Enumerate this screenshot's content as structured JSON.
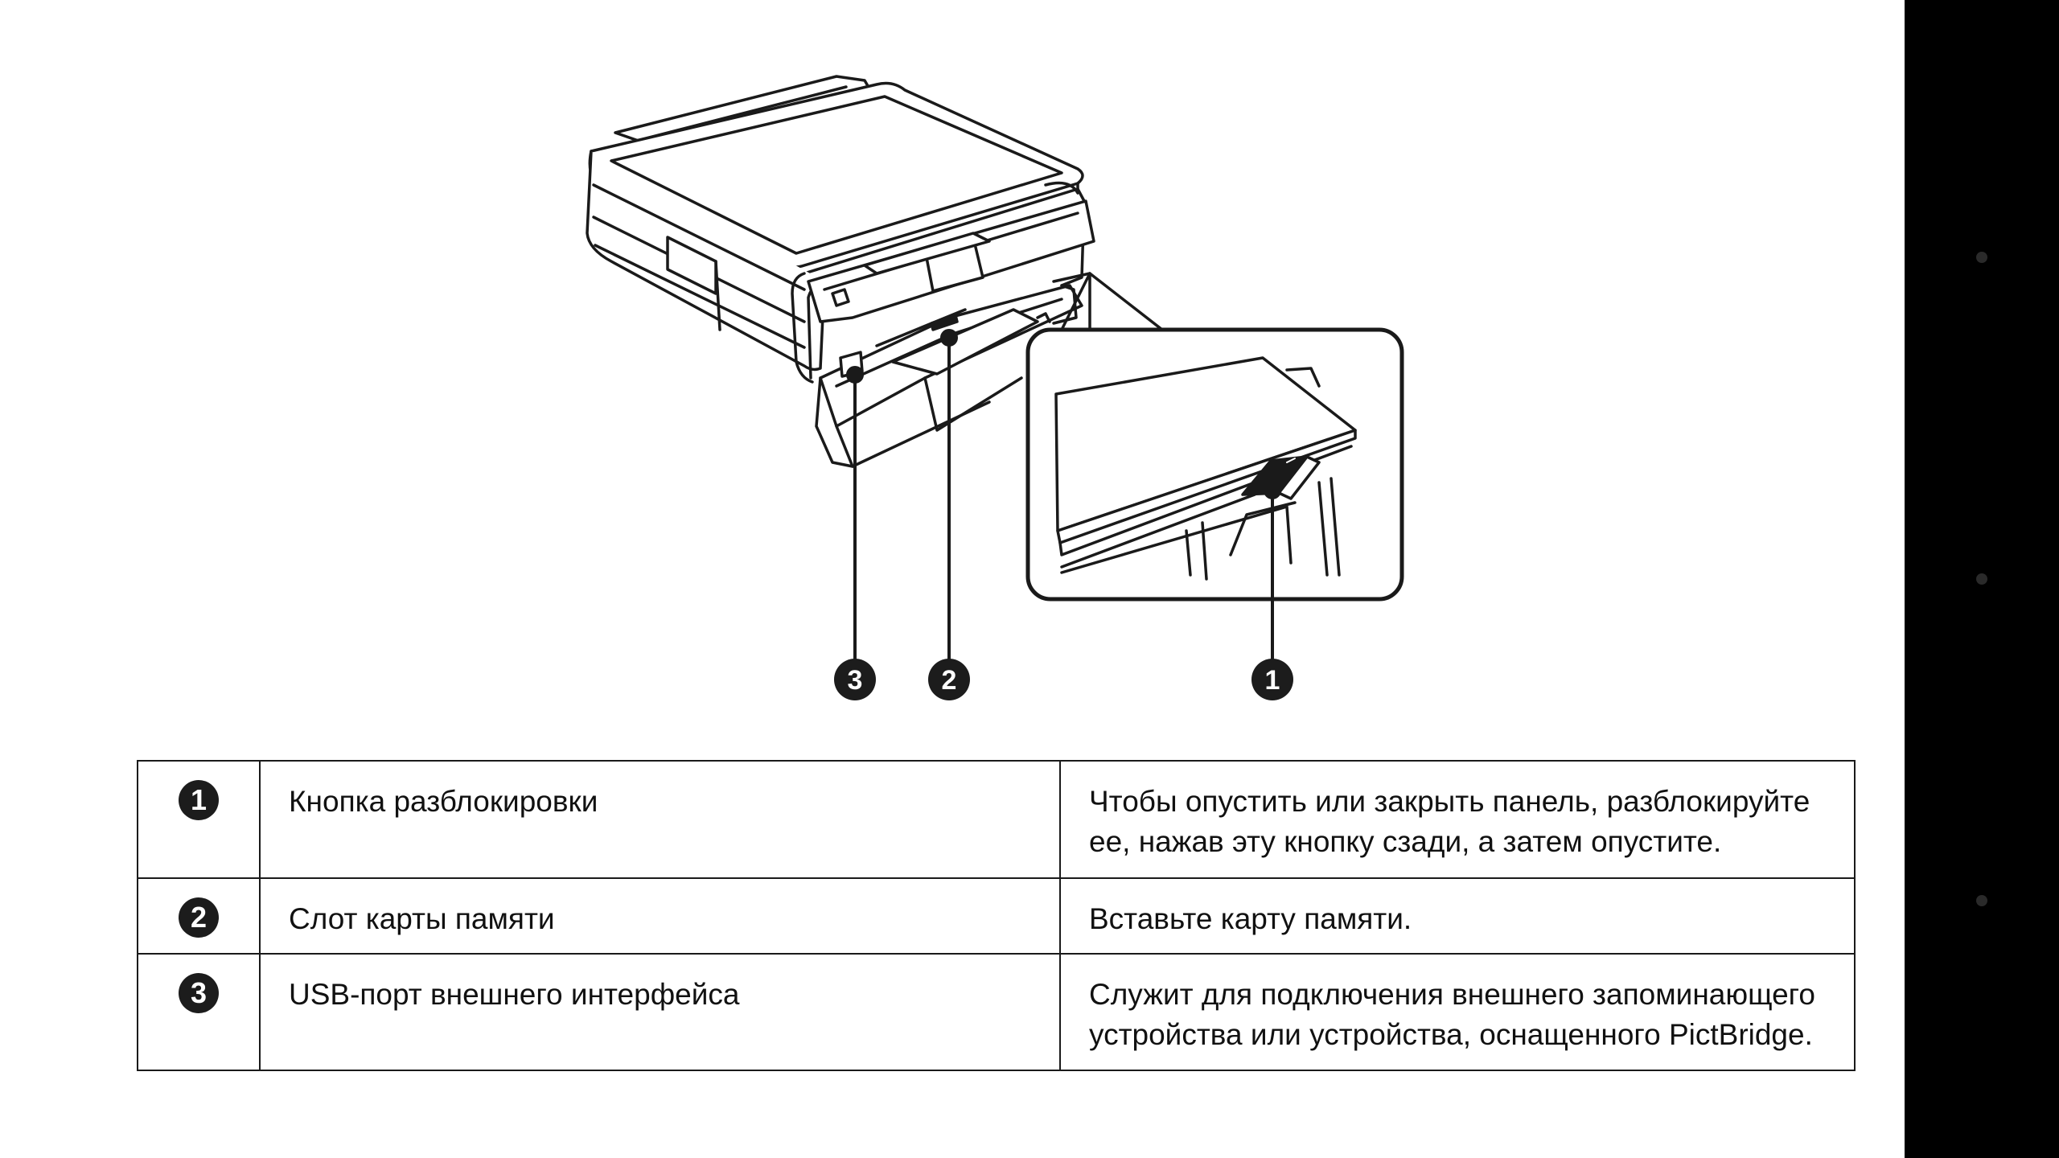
{
  "callouts": [
    "1",
    "2",
    "3"
  ],
  "parts": [
    {
      "number": "1",
      "name": "Кнопка разблокировки",
      "description_lines": [
        "Чтобы опустить или закрыть панель, разблокируйте",
        "ее, нажав эту кнопку сзади, а затем опустите."
      ]
    },
    {
      "number": "2",
      "name": "Слот карты памяти",
      "description_lines": [
        "Вставьте карту памяти."
      ]
    },
    {
      "number": "3",
      "name": "USB-порт внешнего интерфейса",
      "description_lines": [
        "Служит для подключения внешнего запоминающего",
        "устройства или устройства, оснащенного PictBridge."
      ]
    }
  ],
  "colors": {
    "page_background": "#ffffff",
    "side_panel": "#000000",
    "line_art": "#1a1a1a",
    "badge": "#1c1c1c"
  },
  "icons": [
    "printer-illustration",
    "release-button-zoom-icon"
  ]
}
